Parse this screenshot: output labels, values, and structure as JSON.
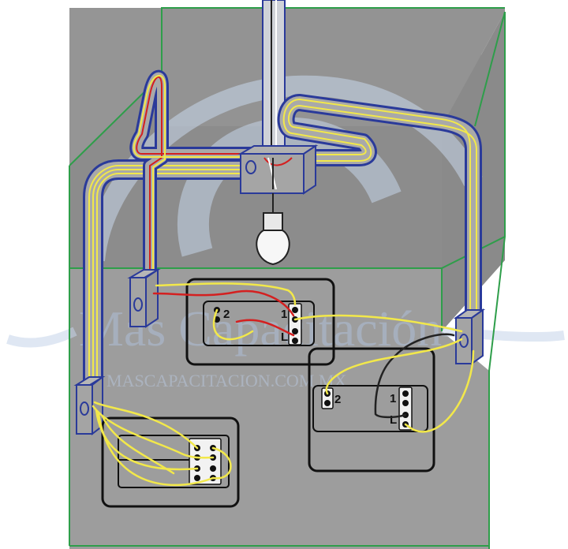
{
  "watermark": {
    "brand": "Más Capacitación",
    "site": "MASCAPACITACION.COM.MX"
  },
  "switches": {
    "left": {
      "terminal_2": "2",
      "terminal_1": "1",
      "terminal_L": "L"
    },
    "right": {
      "terminal_2": "2",
      "terminal_1": "1",
      "terminal_L": "L"
    }
  },
  "colors": {
    "room_edges": "#2e9e4a",
    "wall": "#8e8e8e",
    "floor": "#9a9a9a",
    "conduit": "#2a3a9a",
    "wire_yellow": "#f2e84a",
    "wire_red": "#d42020",
    "wire_black": "#222222",
    "watermark": "#b9cce6"
  }
}
